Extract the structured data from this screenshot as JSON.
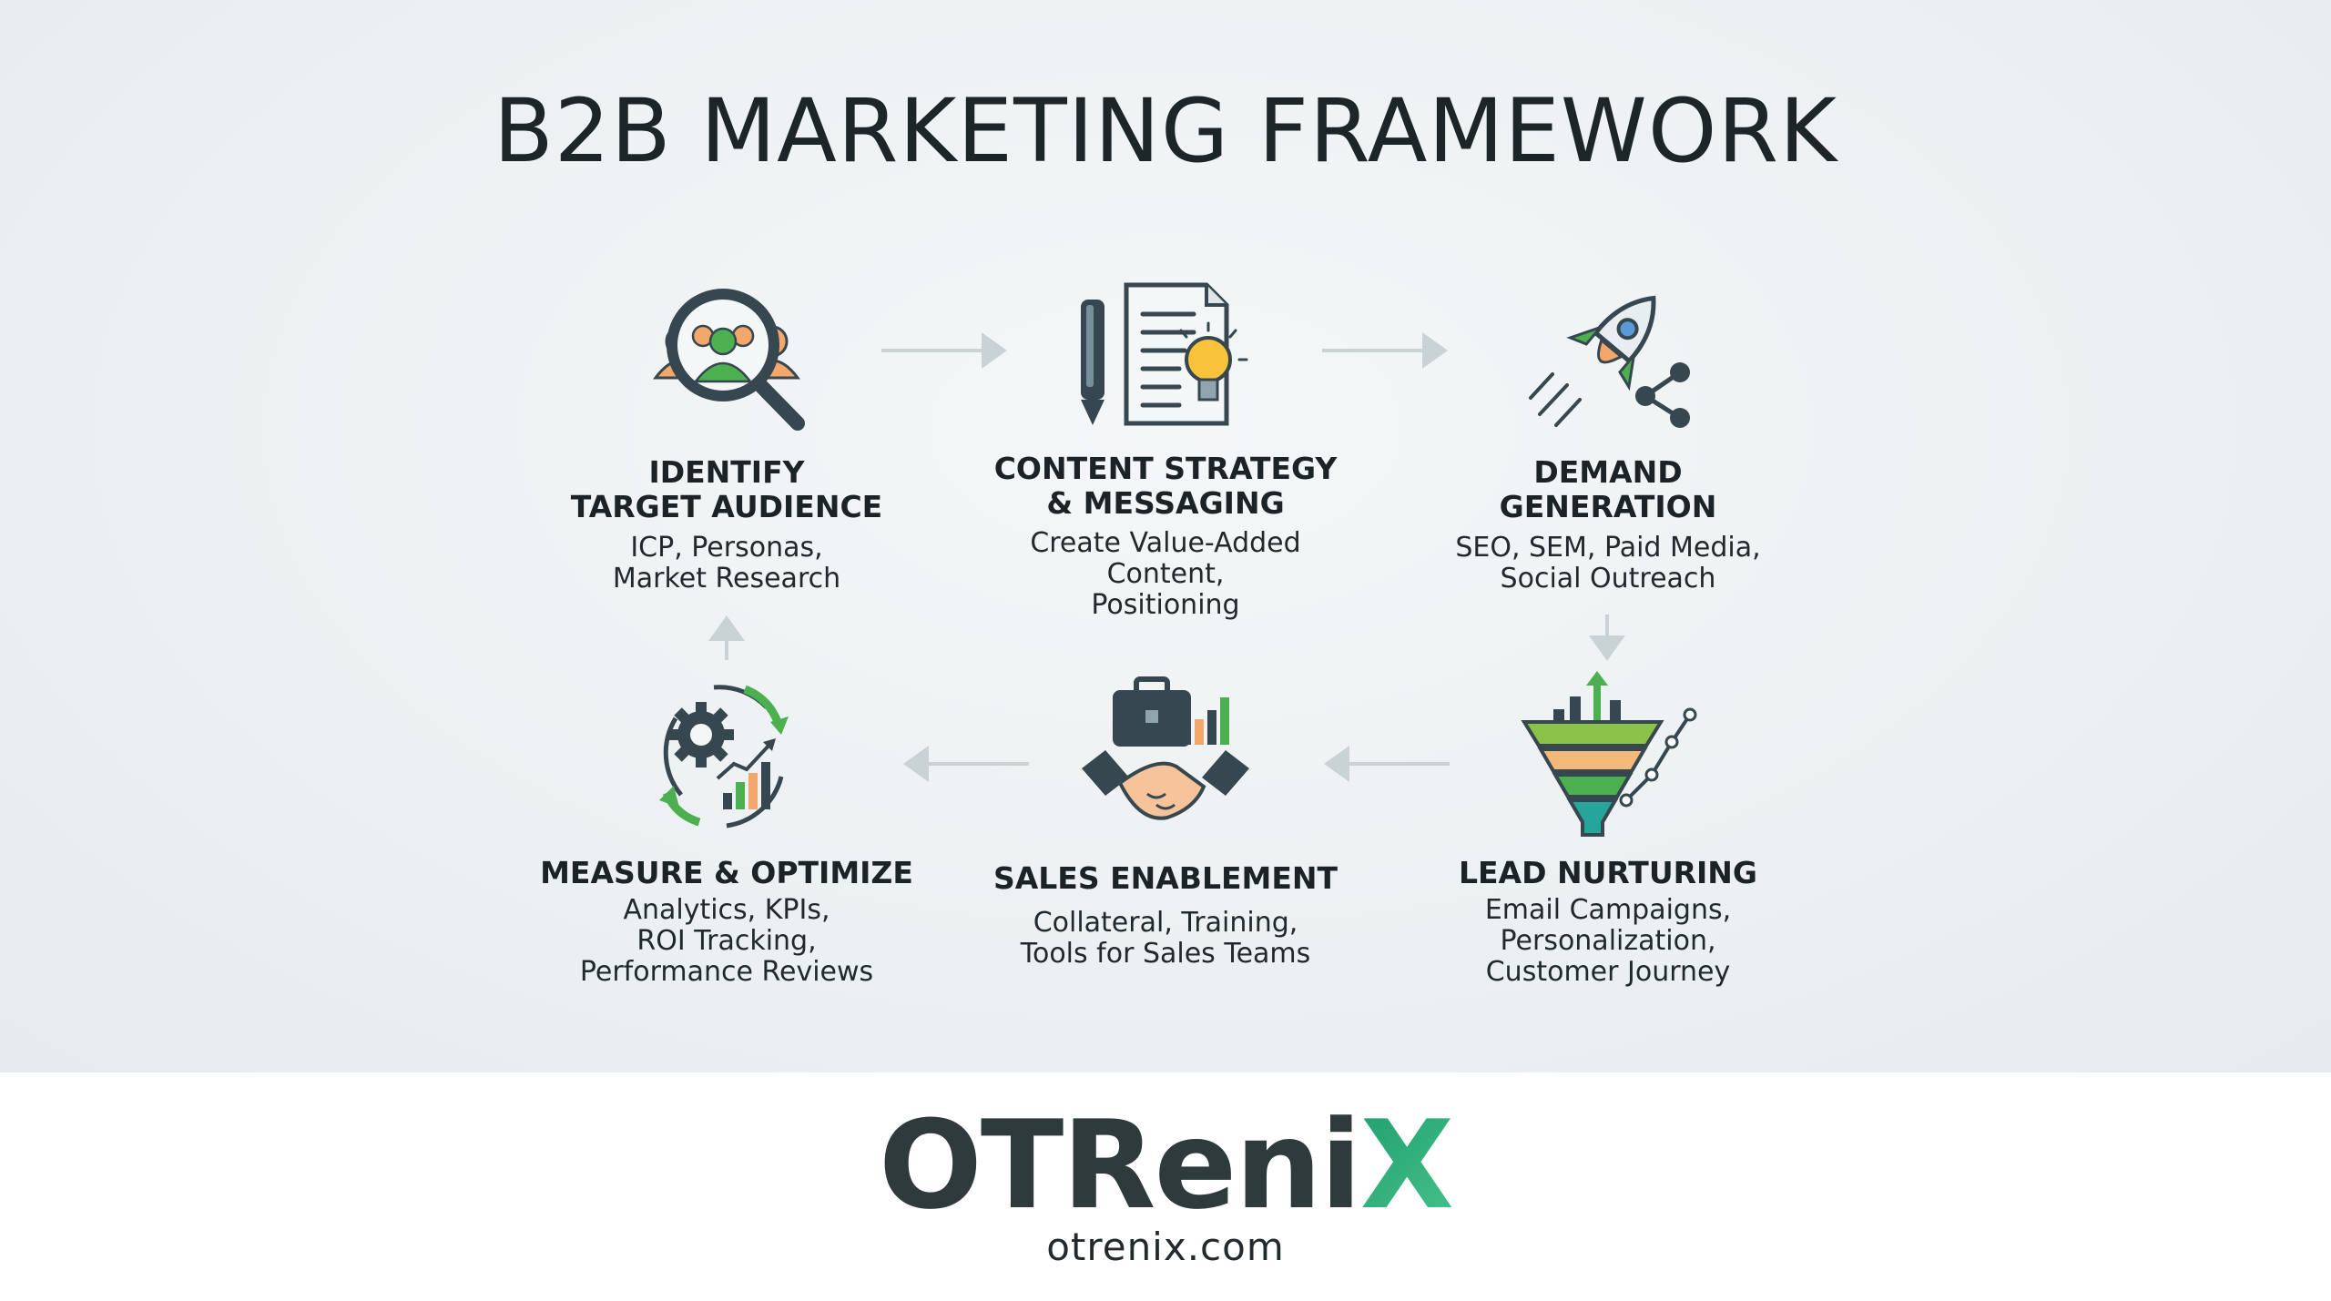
{
  "title": "B2B MARKETING FRAMEWORK",
  "steps": [
    {
      "title": "IDENTIFY\nTARGET AUDIENCE",
      "desc": "ICP, Personas,\nMarket Research",
      "icon": "magnifier-audience-icon"
    },
    {
      "title": "CONTENT STRATEGY\n& MESSAGING",
      "desc": "Create Value-Added\nContent,\nPositioning",
      "icon": "document-pen-lightbulb-icon"
    },
    {
      "title": "DEMAND\nGENERATION",
      "desc": "SEO, SEM, Paid Media,\nSocial Outreach",
      "icon": "rocket-share-icon"
    },
    {
      "title": "LEAD NURTURING",
      "desc": "Email Campaigns,\nPersonalization,\nCustomer Journey",
      "icon": "funnel-growth-icon"
    },
    {
      "title": "SALES ENABLEMENT",
      "desc": "Collateral, Training,\nTools for Sales Teams",
      "icon": "briefcase-handshake-icon"
    },
    {
      "title": "MEASURE & OPTIMIZE",
      "desc": "Analytics, KPIs,\nROI Tracking,\nPerformance Reviews",
      "icon": "gear-cycle-chart-icon"
    }
  ],
  "brand": {
    "main": "OTReni",
    "accent": "X",
    "url": "otrenix.com"
  },
  "colors": {
    "green": "#4caf50",
    "dark": "#37474f",
    "orange": "#f3a76b",
    "brand_green": "#2bb47a",
    "arrow": "#c9d3d6"
  }
}
